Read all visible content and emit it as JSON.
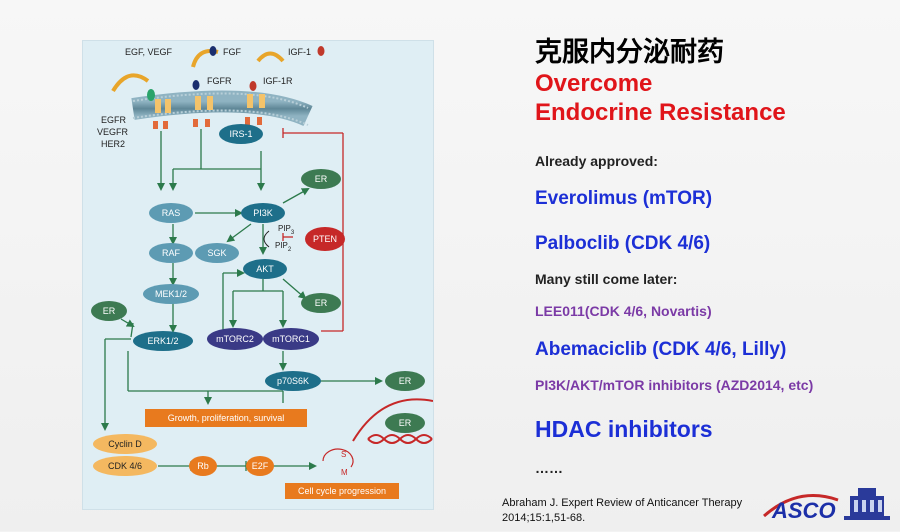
{
  "title_cn": "克服内分泌耐药",
  "title_en_1": "Overcome",
  "title_en_2": "Endocrine Resistance",
  "already_label": "Already approved:",
  "approved": [
    "Everolimus (mTOR)",
    "Palboclib (CDK 4/6)"
  ],
  "later_label": "Many still come later:",
  "later_1": "LEE011(CDK 4/6, Novartis)",
  "later_2": "Abemaciclib (CDK 4/6, Lilly)",
  "later_3": "PI3K/AKT/mTOR inhibitors (AZD2014, etc)",
  "hdac": "HDAC inhibitors",
  "dots": "……",
  "citation_1": "Abraham J. Expert Review of Anticancer Therapy",
  "citation_2": "2014;15:1,51-68.",
  "logo_text": "ASCO",
  "diagram": {
    "ligand_egf": "EGF, VEGF",
    "ligand_fgf": "FGF",
    "ligand_igf": "IGF-1",
    "receptor_fgfr": "FGFR",
    "receptor_igf1r": "IGF-1R",
    "receptor_egfr": "EGFR",
    "receptor_vegfr": "VEGFR",
    "receptor_her2": "HER2",
    "irs1": "IRS-1",
    "er1": "ER",
    "ras": "RAS",
    "pi3k": "PI3K",
    "pip3": "PIP",
    "pip3_sub": "3",
    "pip2": "PIP",
    "pip2_sub": "2",
    "pten": "PTEN",
    "raf": "RAF",
    "sgk": "SGK",
    "akt": "AKT",
    "mek": "MEK1/2",
    "er2": "ER",
    "er_left": "ER",
    "erk": "ERK1/2",
    "mtorc2": "mTORC2",
    "mtorc1": "mTORC1",
    "p70s6k": "p70S6K",
    "er3": "ER",
    "growth": "Growth, proliferation, survival",
    "er4": "ER",
    "cyclind": "Cyclin D",
    "cdk": "CDK 4/6",
    "rb": "Rb",
    "e2f": "E2F",
    "s": "S",
    "m": "M",
    "cellcycle": "Cell cycle progression"
  },
  "colors": {
    "accent_red": "#e0151a",
    "accent_blue": "#1c2fd6",
    "accent_purple": "#7b3aa6",
    "node_teal": "#1e6f8a",
    "node_light": "#5d9bb3",
    "node_green": "#3d7a52",
    "node_orange": "#e87a1e",
    "node_purple": "#3a3a86",
    "arrow_green": "#2c7a4b",
    "inhibit_red": "#c62828"
  }
}
